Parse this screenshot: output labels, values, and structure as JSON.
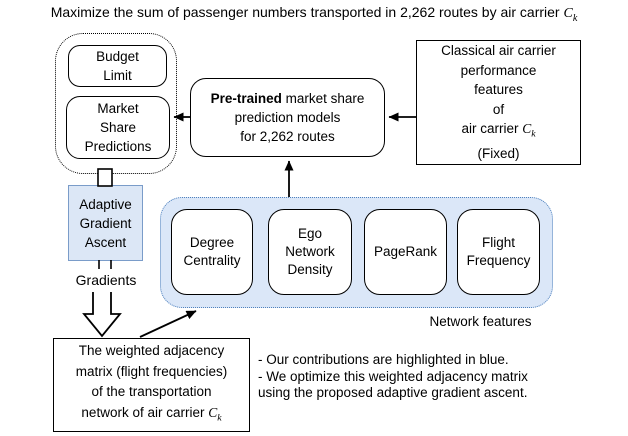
{
  "title": {
    "text": "Maximize the sum of passenger numbers transported in 2,262 routes by air carrier ",
    "var": "C",
    "var_sub": "k"
  },
  "budget_box": {
    "lines": [
      "Budget",
      "Limit"
    ]
  },
  "market_box": {
    "lines": [
      "Market",
      "Share",
      "Predictions"
    ]
  },
  "pretrained_box": {
    "bold": "Pre-trained",
    "line1_rest": " market share",
    "line2": "prediction models",
    "line3": "for 2,262 routes"
  },
  "classical_box": {
    "line1": "Classical air carrier",
    "line2": "performance",
    "line3": "features",
    "line4": "of",
    "line5_prefix": "air carrier ",
    "var": "C",
    "var_sub": "k",
    "line6": "(Fixed)"
  },
  "adaptive_box": {
    "lines": [
      "Adaptive",
      "Gradient",
      "Ascent"
    ]
  },
  "gradients_label": "Gradients",
  "network_region": {
    "boxes": [
      {
        "lines": [
          "Degree",
          "Centrality"
        ]
      },
      {
        "lines": [
          "Ego",
          "Network",
          "Density"
        ]
      },
      {
        "lines": [
          "PageRank"
        ]
      },
      {
        "lines": [
          "Flight",
          "Frequency"
        ]
      }
    ],
    "caption": "Network features"
  },
  "adjacency_box": {
    "line1": "The weighted adjacency",
    "line2": "matrix (flight frequencies)",
    "line3": "of the transportation",
    "line4_prefix": "network of air carrier ",
    "var": "C",
    "var_sub": "k"
  },
  "notes": {
    "line1": "- Our contributions are highlighted in blue.",
    "line2": "- We optimize this weighted adjacency matrix",
    "line3": "using the proposed adaptive gradient ascent."
  },
  "colors": {
    "highlight_fill": "#dce7f6",
    "highlight_border": "#7a9cc9",
    "region_fill": "#dbe7f8",
    "region_border": "#4f81bd",
    "diagram_line": "#000000"
  }
}
